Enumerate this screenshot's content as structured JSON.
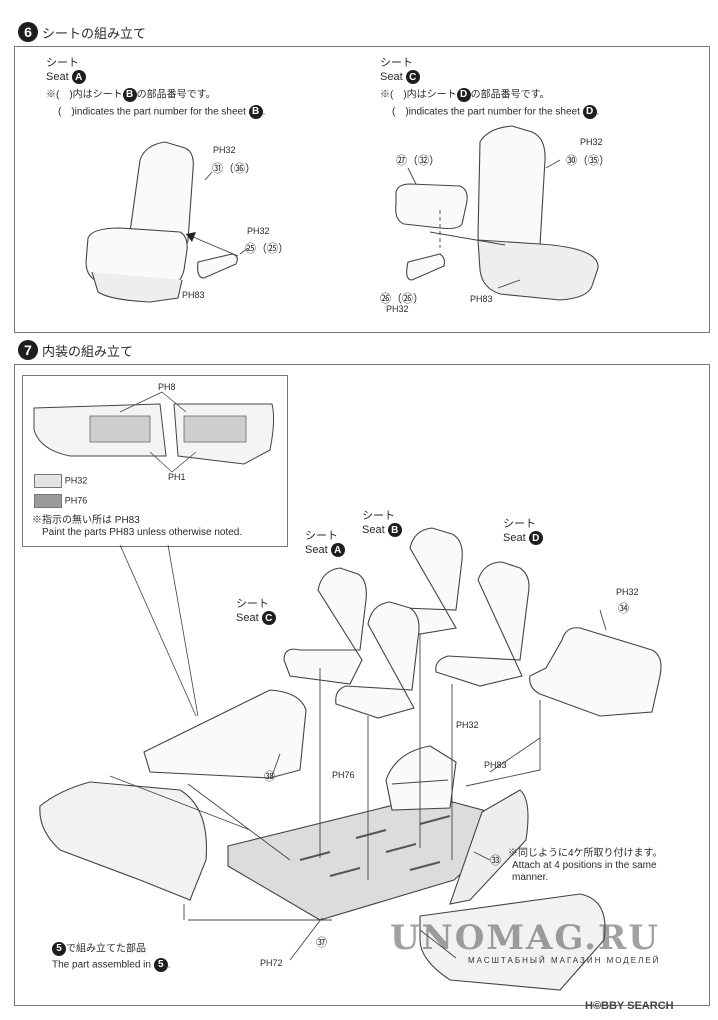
{
  "step6": {
    "number": "6",
    "title": "シートの組み立て",
    "left": {
      "seat_jp": "シート",
      "seat_en": "Seat",
      "seat_badge": "A",
      "note_jp_prefix": "※(　)内はシート",
      "note_jp_badge": "B",
      "note_jp_suffix": "の部品番号です。",
      "note_en_prefix": "(　)indicates the part number for the sheet",
      "note_en_badge": "B",
      "note_en_suffix": ".",
      "part_top_code": "PH32",
      "part_top_nums": "㉛（㊱）",
      "part_arm_code": "PH32",
      "part_arm_nums": "㉕（㉕）",
      "part_base_code": "PH83"
    },
    "right": {
      "seat_jp": "シート",
      "seat_en": "Seat",
      "seat_badge": "C",
      "note_jp_prefix": "※(　)内はシート",
      "note_jp_badge": "D",
      "note_jp_suffix": "の部品番号です。",
      "note_en_prefix": "(　)indicates the part number for the sheet",
      "note_en_badge": "D",
      "note_en_suffix": ".",
      "part_console_nums": "㉗（㉜）",
      "part_top_code": "PH32",
      "part_top_nums": "㉚（㉟）",
      "part_arm_nums": "㉖（㉖）",
      "part_arm_code": "PH32",
      "part_base_code": "PH83"
    }
  },
  "step7": {
    "number": "7",
    "title": "内装の組み立て",
    "inset": {
      "code_top": "PH8",
      "code_bottom": "PH1",
      "legend": [
        {
          "color": "#e4e4e4",
          "code": "PH32"
        },
        {
          "color": "#9a9a9a",
          "code": "PH76"
        }
      ],
      "note_jp": "※指示の無い所は PH83",
      "note_en": "Paint the parts PH83 unless otherwise noted."
    },
    "seat_a_jp": "シート",
    "seat_a_en": "Seat",
    "seat_a_badge": "A",
    "seat_b_jp": "シート",
    "seat_b_en": "Seat",
    "seat_b_badge": "B",
    "seat_c_jp": "シート",
    "seat_c_en": "Seat",
    "seat_c_badge": "C",
    "seat_d_jp": "シート",
    "seat_d_en": "Seat",
    "seat_d_badge": "D",
    "bench_code": "PH32",
    "bench_num": "㉞",
    "door_num": "㊳",
    "floor_code_mid": "PH32",
    "floor_code_left": "PH76",
    "floor_code_right": "PH83",
    "attach_num": "㉝",
    "attach_jp": "※同じように4ケ所取り付けます。",
    "attach_en_1": "Attach at 4 positions in the same",
    "attach_en_2": "manner.",
    "step5_jp_badge": "5",
    "step5_jp": "で組み立てた部品",
    "step5_en": "The part assembled in",
    "step5_en_badge": "5",
    "bottom_code": "PH72",
    "bottom_num": "㊲"
  },
  "watermark": {
    "main": "UNOMAG.RU",
    "sub": "МАСШТАБНЫЙ МАГАЗИН МОДЕЛЕЙ"
  },
  "credit": "H©BBY SEARCH"
}
